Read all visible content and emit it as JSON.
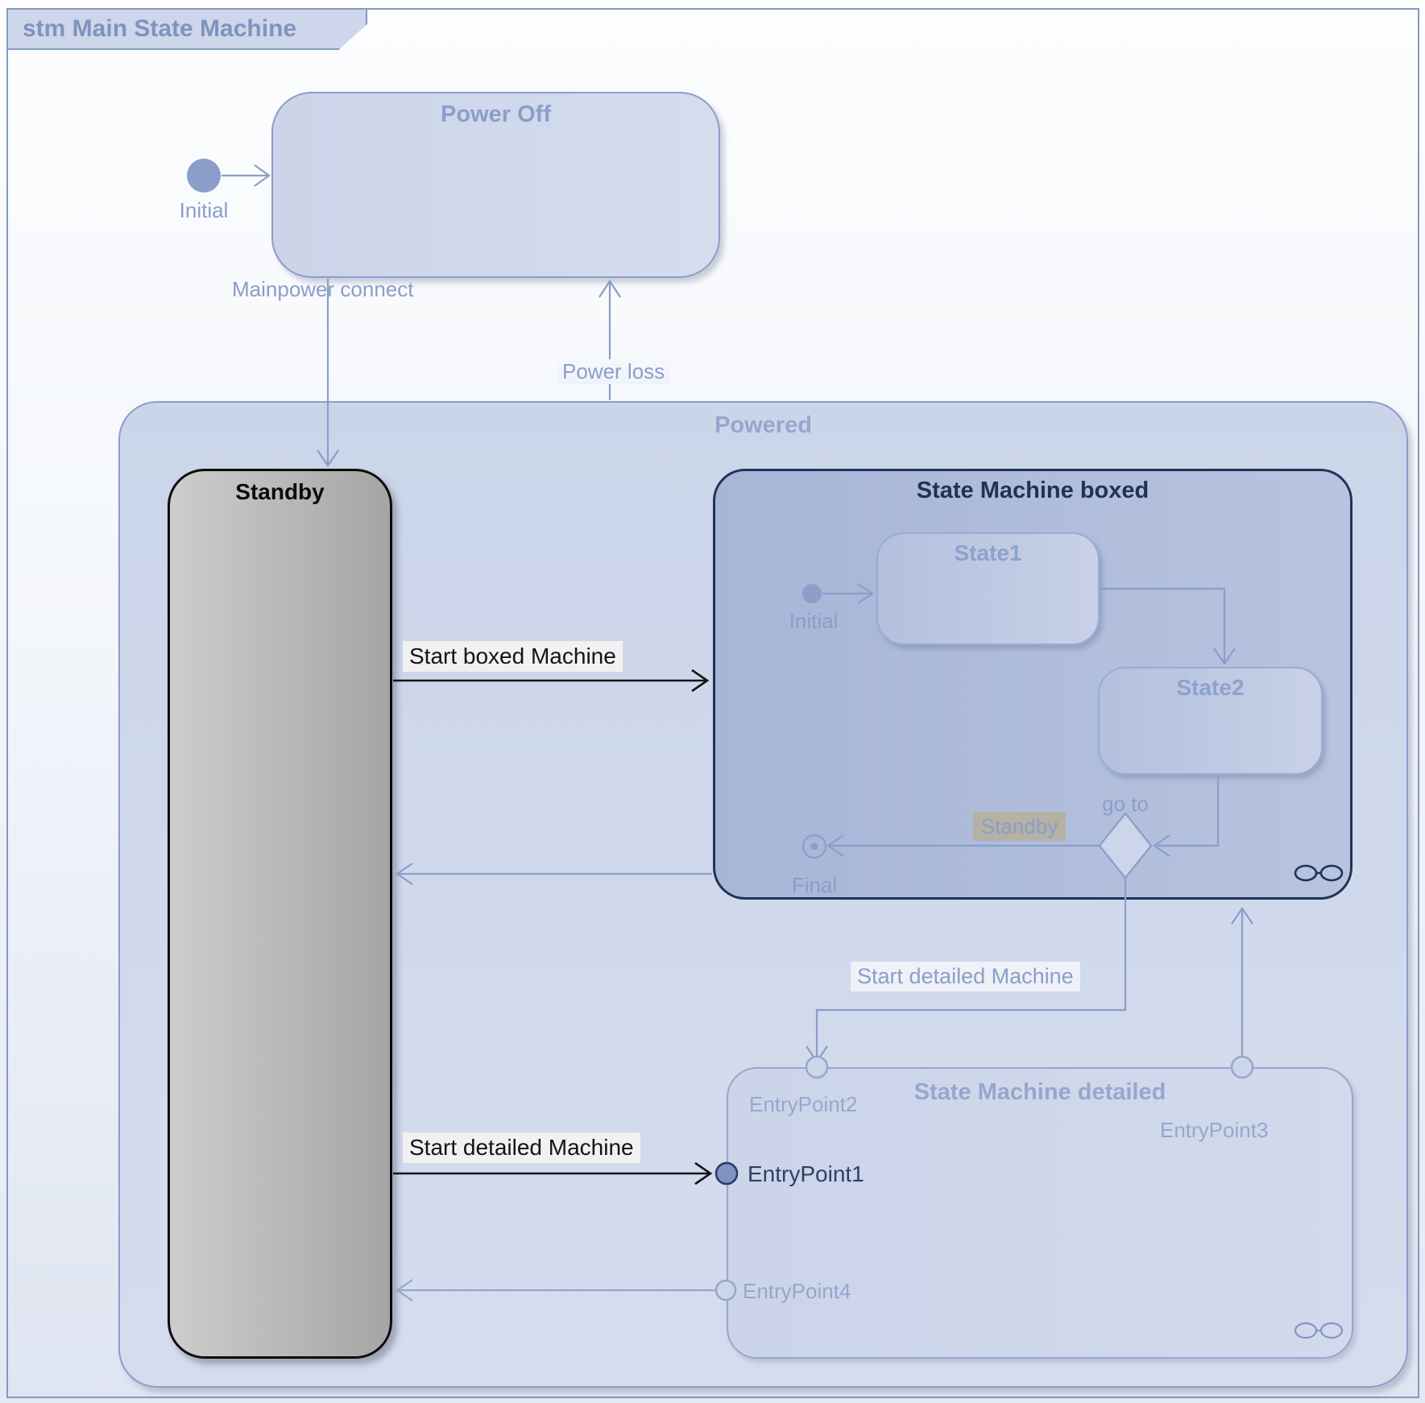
{
  "frame": {
    "title": "stm Main State Machine"
  },
  "states": {
    "power_off": {
      "label": "Power Off"
    },
    "powered": {
      "label": "Powered"
    },
    "standby": {
      "label": "Standby"
    },
    "boxed": {
      "label": "State Machine boxed"
    },
    "state1": {
      "label": "State1"
    },
    "state2": {
      "label": "State2"
    },
    "detailed": {
      "label": "State Machine detailed"
    }
  },
  "nodes": {
    "initial_main": {
      "label": "Initial"
    },
    "initial_boxed": {
      "label": "Initial"
    },
    "final": {
      "label": "Final"
    },
    "choice": {
      "label": "go to"
    },
    "standby_ref": {
      "label": "Standby"
    },
    "entry_point_1": {
      "label": "EntryPoint1"
    },
    "entry_point_2": {
      "label": "EntryPoint2"
    },
    "entry_point_3": {
      "label": "EntryPoint3"
    },
    "entry_point_4": {
      "label": "EntryPoint4"
    }
  },
  "transitions": {
    "mainpower_connect": {
      "label": "Mainpower connect"
    },
    "power_loss": {
      "label": "Power loss"
    },
    "start_boxed": {
      "label": "Start boxed Machine"
    },
    "start_detailed_main": {
      "label": "Start detailed Machine"
    },
    "start_detailed_choice": {
      "label": "Start detailed Machine"
    }
  },
  "icons": {
    "submachine_boxed": "submachine-icon",
    "submachine_detailed": "submachine-icon"
  },
  "colors": {
    "frame_border": "#8498c5",
    "blue_line": "#8b9dc9",
    "blue_soft": "#96a7cd",
    "navy": "#1e3357",
    "navy_text": "#2c4166",
    "black": "#141414",
    "state_fill": "#ccd5e9",
    "boxed_fill": "#aab8d9",
    "standby_fill_start": "#cdcdcd",
    "standby_fill_end": "#a5a5a5",
    "label_highlight": "#f1f1f1",
    "standby_ref_bg": "#b4b1a5"
  }
}
